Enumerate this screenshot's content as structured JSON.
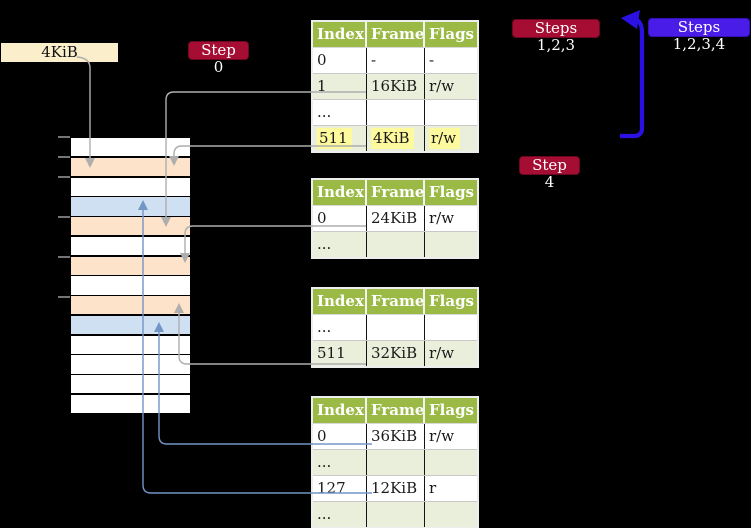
{
  "labels": {
    "frame_size_label": "4KiB",
    "step_0": "Step 0",
    "steps_123": "Steps 1,2,3",
    "steps_1234": "Steps 1,2,3,4",
    "step_4": "Step 4"
  },
  "page_tables": [
    {
      "name": "table-1",
      "headers": [
        "Index",
        "Frame",
        "Flags"
      ],
      "rows": [
        {
          "index": "0",
          "frame": "-",
          "flags": "-"
        },
        {
          "index": "1",
          "frame": "16KiB",
          "flags": "r/w"
        },
        {
          "index": "...",
          "frame": "",
          "flags": ""
        },
        {
          "index": "511",
          "frame": "4KiB",
          "flags": "r/w",
          "highlighted": true
        }
      ]
    },
    {
      "name": "table-2",
      "headers": [
        "Index",
        "Frame",
        "Flags"
      ],
      "rows": [
        {
          "index": "0",
          "frame": "24KiB",
          "flags": "r/w"
        },
        {
          "index": "...",
          "frame": "",
          "flags": ""
        }
      ]
    },
    {
      "name": "table-3",
      "headers": [
        "Index",
        "Frame",
        "Flags"
      ],
      "rows": [
        {
          "index": "...",
          "frame": "",
          "flags": ""
        },
        {
          "index": "511",
          "frame": "32KiB",
          "flags": "r/w"
        }
      ]
    },
    {
      "name": "table-4",
      "headers": [
        "Index",
        "Frame",
        "Flags"
      ],
      "rows": [
        {
          "index": "0",
          "frame": "36KiB",
          "flags": "r/w"
        },
        {
          "index": "...",
          "frame": "",
          "flags": ""
        },
        {
          "index": "127",
          "frame": "12KiB",
          "flags": "r"
        },
        {
          "index": "...",
          "frame": "",
          "flags": ""
        }
      ]
    }
  ],
  "memory_strip": {
    "row_fills": [
      "white",
      "orange",
      "white",
      "blue",
      "orange",
      "white",
      "orange",
      "white",
      "orange",
      "blue",
      "white",
      "white",
      "white",
      "white"
    ]
  },
  "colors": {
    "badge_red": "#a50d33",
    "badge_blue": "#4a1ce8",
    "loop_arrow_blue": "#2c11e4",
    "connector_gray": "#aeaeae",
    "connector_blue": "#7295c6",
    "table_header_green": "#9aba45",
    "table_row_green": "#e9efda",
    "highlight_yellow": "#fdf99d",
    "frame_label_cream": "#faeecb",
    "strip_orange": "#fde3c9",
    "strip_blue": "#cfe0f3"
  }
}
